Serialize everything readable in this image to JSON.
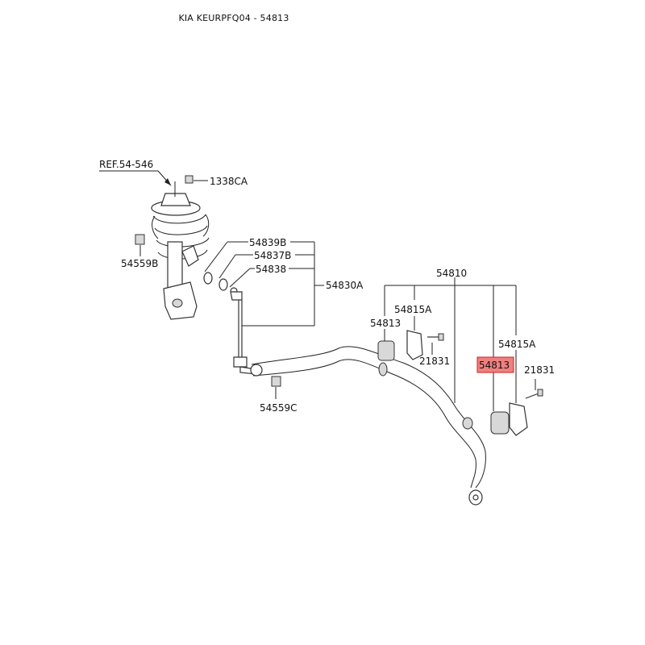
{
  "header": {
    "title": "KIA KEURPFQ04 - 54813"
  },
  "labels": {
    "ref": "REF.54-546",
    "nut_top": "1338CA",
    "nut_left": "54559B",
    "bush_outer": "54839B",
    "bush_mid": "54837B",
    "washer": "54838",
    "link_assy": "54830A",
    "nut_bottom": "54559C",
    "bar_assy": "54810",
    "bracket_left": "54815A",
    "bushing_left": "54813",
    "bolt_left": "21831",
    "bracket_right": "54815A",
    "bushing_right": "54813",
    "bolt_right": "21831"
  },
  "highlight": {
    "part": "54813",
    "fill": "#f08080",
    "stroke": "#d02020"
  }
}
